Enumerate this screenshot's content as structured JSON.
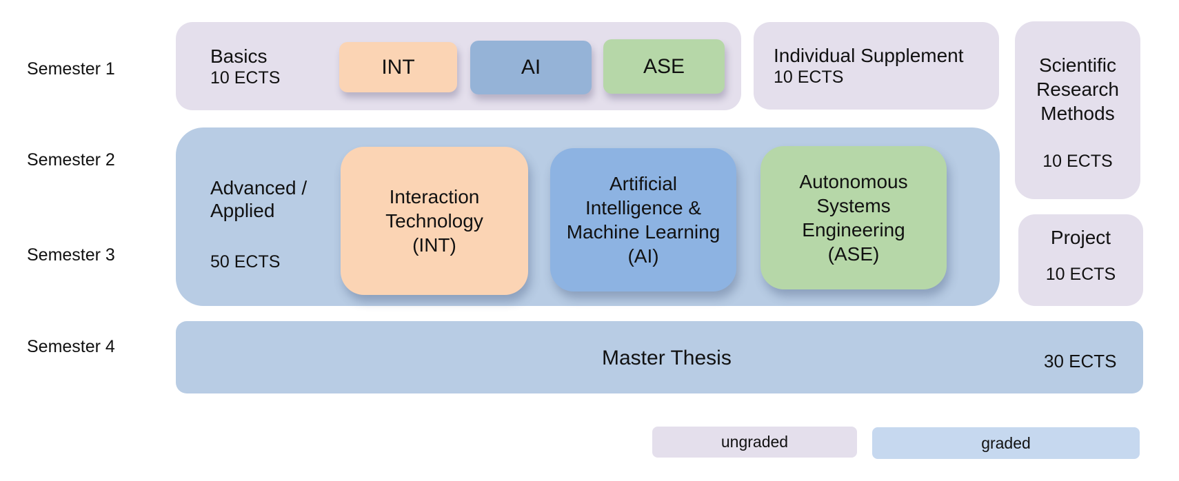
{
  "semesters": [
    "Semester 1",
    "Semester 2",
    "Semester 3",
    "Semester 4"
  ],
  "basics": {
    "title": "Basics",
    "ects": "10 ECTS",
    "chips": [
      {
        "label": "INT",
        "color": "#FBD4B4"
      },
      {
        "label": "AI",
        "color": "#95B3D7"
      },
      {
        "label": "ASE",
        "color": "#B6D7A8"
      }
    ]
  },
  "individual_supplement": {
    "title": "Individual Supplement",
    "ects": "10 ECTS"
  },
  "scientific_research": {
    "title_lines": [
      "Scientific",
      "Research",
      "Methods"
    ],
    "ects": "10 ECTS"
  },
  "advanced": {
    "title_lines": [
      "Advanced /",
      "Applied"
    ],
    "ects": "50 ECTS",
    "tracks": [
      {
        "lines": [
          "Interaction",
          "Technology"
        ],
        "abbr": "(INT)",
        "color": "#FBD4B4"
      },
      {
        "lines": [
          "Artificial",
          "Intelligence &",
          "Machine Learning"
        ],
        "abbr": "(AI)",
        "color": "#8DB3E2"
      },
      {
        "lines": [
          "Autonomous",
          "Systems",
          "Engineering"
        ],
        "abbr": "(ASE)",
        "color": "#B6D7A8"
      }
    ]
  },
  "project": {
    "title": "Project",
    "ects": "10 ECTS"
  },
  "thesis": {
    "title": "Master Thesis",
    "ects": "30 ECTS"
  },
  "legend": {
    "ungraded": {
      "label": "ungraded",
      "color": "#E4DFEC"
    },
    "graded": {
      "label": "graded",
      "color": "#C6D8EF"
    }
  },
  "colors": {
    "ungraded_box": "#E4DFEC",
    "graded_box": "#B8CCE4"
  }
}
